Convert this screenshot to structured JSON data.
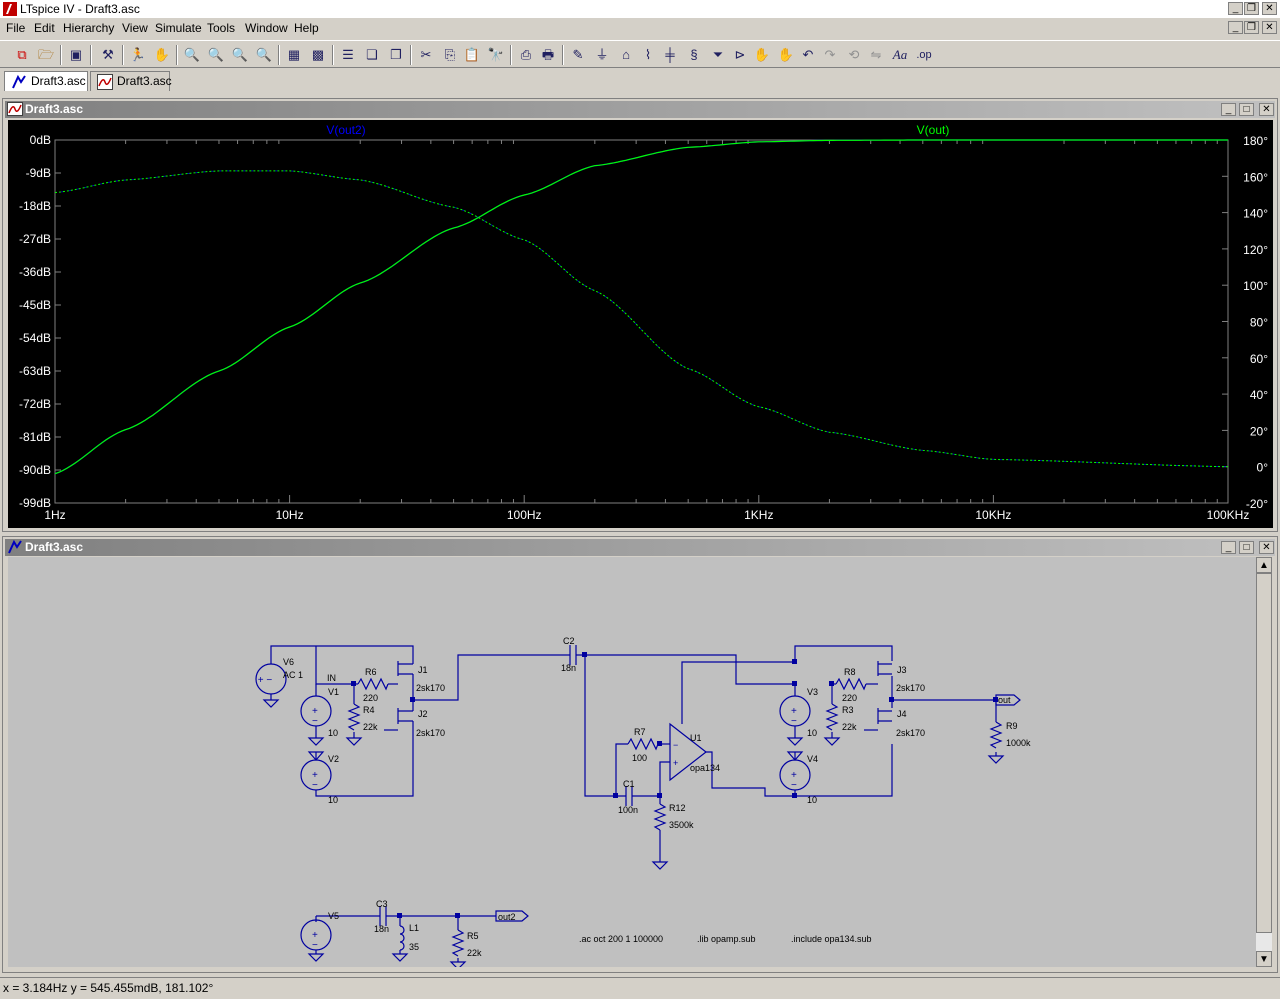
{
  "window": {
    "title": "LTspice IV - Draft3.asc"
  },
  "menu": [
    "File",
    "Edit",
    "Hierarchy",
    "View",
    "Simulate",
    "Tools",
    "Window",
    "Help"
  ],
  "tabs": [
    {
      "label": "Draft3.asc"
    },
    {
      "label": "Draft3.asc"
    }
  ],
  "plot_window": {
    "title": "Draft3.asc"
  },
  "schematic_window": {
    "title": "Draft3.asc"
  },
  "chart_data": {
    "type": "line",
    "x_scale": "log",
    "xlim": [
      1,
      100000
    ],
    "x_ticks": [
      "1Hz",
      "10Hz",
      "100Hz",
      "1KHz",
      "10KHz",
      "100KHz"
    ],
    "y_left_ticks": [
      "0dB",
      "-9dB",
      "-18dB",
      "-27dB",
      "-36dB",
      "-45dB",
      "-54dB",
      "-63dB",
      "-72dB",
      "-81dB",
      "-90dB",
      "-99dB"
    ],
    "y_left_lim": [
      -99,
      0
    ],
    "y_right_ticks": [
      "180°",
      "160°",
      "140°",
      "120°",
      "100°",
      "80°",
      "60°",
      "40°",
      "20°",
      "0°",
      "-20°"
    ],
    "y_right_lim": [
      -20,
      180
    ],
    "series": [
      {
        "name": "V(out2)",
        "color": "#0000ff"
      },
      {
        "name": "V(out)",
        "color": "#00ff00"
      }
    ],
    "magnitude_db": {
      "f": [
        1,
        2,
        5,
        10,
        20,
        50,
        100,
        200,
        500,
        1000,
        2000,
        5000,
        100000
      ],
      "y": [
        -91,
        -79,
        -63,
        -51,
        -39,
        -24,
        -15,
        -7,
        -2,
        -0.5,
        -0.1,
        0,
        0
      ]
    },
    "phase_deg": {
      "f": [
        1,
        2,
        5,
        10,
        20,
        50,
        100,
        200,
        500,
        1000,
        2000,
        5000,
        10000,
        100000
      ],
      "y": [
        151,
        158,
        163,
        163,
        158,
        143,
        125,
        97,
        54,
        33,
        19,
        9,
        4,
        0
      ]
    }
  },
  "schematic": {
    "labels": {
      "v6": "V6",
      "v6ac": "AC 1",
      "in": "IN",
      "r6": "R6",
      "r6v": "220",
      "j1": "J1",
      "j1m": "2sk170",
      "v1": "V1",
      "v1v": "10",
      "r4": "R4",
      "r4v": "22k",
      "j2": "J2",
      "j2m": "2sk170",
      "v2": "V2",
      "v2v": "10",
      "c2": "C2",
      "c2v": "18n",
      "r7": "R7",
      "r7v": "100",
      "u1": "U1",
      "u1m": "opa134",
      "c1": "C1",
      "c1v": "100n",
      "r12": "R12",
      "r12v": "3500k",
      "r8": "R8",
      "r8v": "220",
      "j3": "J3",
      "j3m": "2sk170",
      "v3": "V3",
      "v3v": "10",
      "r3": "R3",
      "r3v": "22k",
      "j4": "J4",
      "j4m": "2sk170",
      "v4": "V4",
      "v4v": "10",
      "out": "out",
      "r9": "R9",
      "r9v": "1000k",
      "v5": "V5",
      "c3": "C3",
      "c3v": "18n",
      "l1": "L1",
      "l1v": "35",
      "r5": "R5",
      "r5v": "22k",
      "out2": "out2"
    },
    "directives": [
      ".ac oct 200 1 100000",
      ".lib opamp.sub",
      ".include opa134.sub"
    ]
  },
  "status": {
    "text": "x = 3.184Hz    y = 545.455mdB, 181.102°"
  }
}
